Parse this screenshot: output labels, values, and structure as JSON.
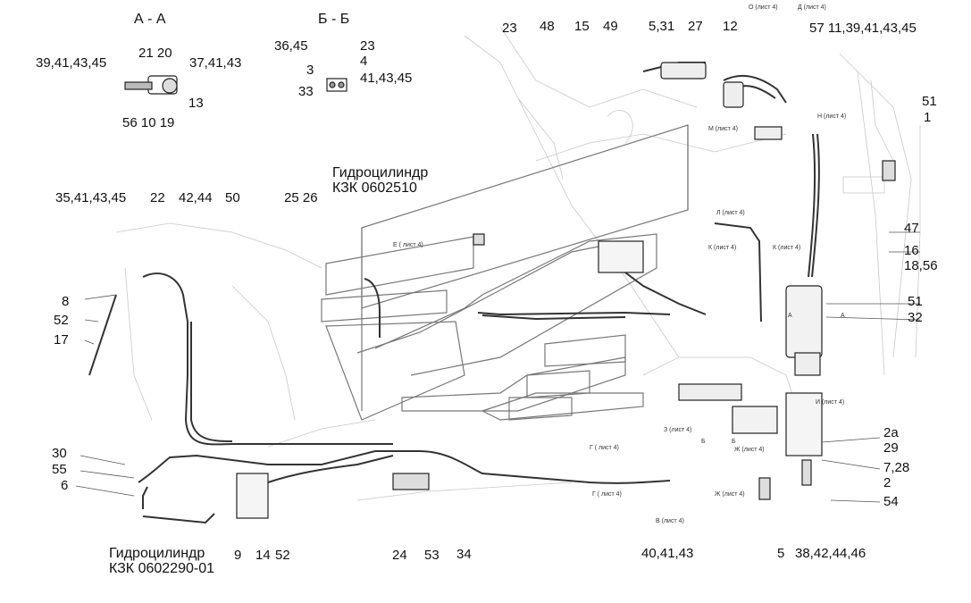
{
  "section_titles": {
    "aa": "А - А",
    "bb": "Б - Б"
  },
  "cylinder_top": {
    "line1": "Гидроцилиндр",
    "line2": "КЗК 0602510"
  },
  "cylinder_bottom": {
    "line1": "Гидроцилиндр",
    "line2": "КЗК 0602290-01"
  },
  "section_aa_labels": {
    "left": "39,41,43,45",
    "top": "21 20",
    "right": "37,41,43",
    "r13": "13",
    "bottom": "56 10 19"
  },
  "section_bb_labels": {
    "top_left": "36,45",
    "top_right": "23",
    "r4": "4",
    "l3": "3",
    "r41": "41,43,45",
    "l33": "33"
  },
  "top_row": {
    "n23": "23",
    "n48": "48",
    "n15": "15",
    "n49": "49",
    "n531": "5,31",
    "n27": "27",
    "n12": "12",
    "n57": "57 11,39,41,43,45"
  },
  "left_top_row": {
    "a": "35,41,43,45",
    "b": "22",
    "c": "42,44",
    "d": "50",
    "e": "25 26"
  },
  "left_col": {
    "n8": "8",
    "n52": "52",
    "n17": "17",
    "n30": "30",
    "n55": "55",
    "n6": "6"
  },
  "right_col": {
    "n51a": "51",
    "n1": "1",
    "n47": "47",
    "n16": "16",
    "n1856": "18,56",
    "n51b": "51",
    "n32": "32",
    "n2a": "2a",
    "n29": "29",
    "n728": "7,28",
    "n2": "2",
    "n54": "54"
  },
  "bottom_row": {
    "n9": "9",
    "n14": "14",
    "n52": "52",
    "n24": "24",
    "n53": "53",
    "n34": "34",
    "n404143": "40,41,43",
    "n5": "5",
    "n38": "38,42,44,46"
  },
  "sheet_refs": {
    "o": "О (лист 4)",
    "d": "Д (лист 4)",
    "n": "Н (лист 4)",
    "m": "М (лист 4)",
    "l": "Л (лист 4)",
    "k1": "К (лист 4)",
    "k2": "К (лист 4)",
    "e": "Е ( лист 4)",
    "i": "И (лист 4)",
    "z": "З (лист 4)",
    "zh1": "Ж (лист 4)",
    "zh2": "Ж (лист 4)",
    "g1": "Г ( лист 4)",
    "g2": "Г ( лист 4)",
    "v": "В (лист 4)",
    "a1": "А",
    "a2": "А",
    "b1": "Б",
    "b2": "Б"
  }
}
